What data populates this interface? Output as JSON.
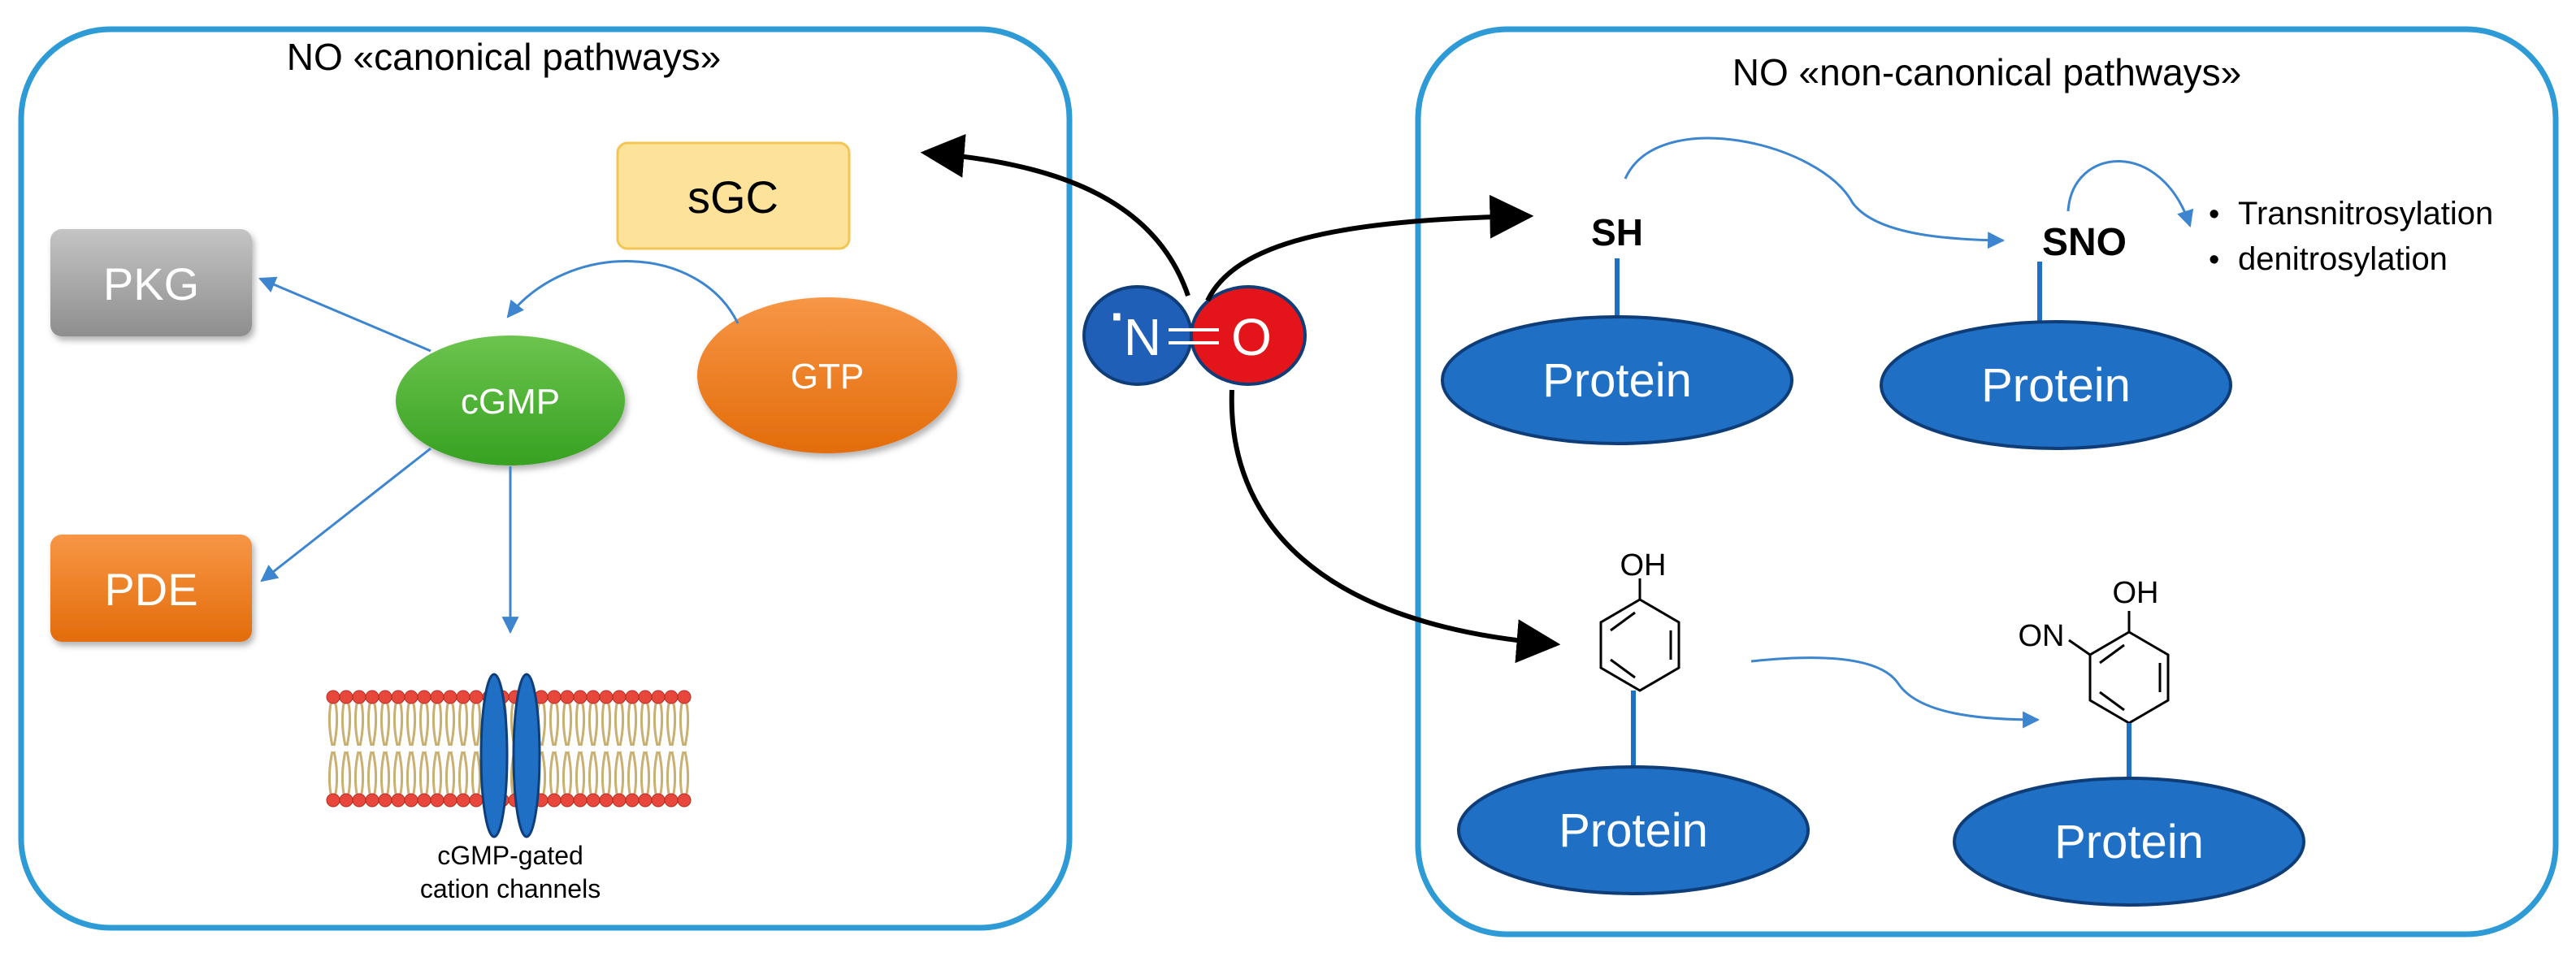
{
  "left_panel": {
    "title": "NO «canonical pathways»",
    "nodes": {
      "sgc": "sGC",
      "pkg": "PKG",
      "cgmp": "cGMP",
      "gtp": "GTP",
      "pde": "PDE"
    },
    "channel_label_line1": "cGMP-gated",
    "channel_label_line2": "cation channels"
  },
  "center": {
    "n_label": "N",
    "o_label": "O",
    "radical_dot": "·"
  },
  "right_panel": {
    "title": "NO «non-canonical pathways»",
    "thiol_label": "SH",
    "sno_label": "SNO",
    "protein_label": "Protein",
    "outcomes": [
      "Transnitrosylation",
      "denitrosylation"
    ],
    "bullet": "•",
    "oh_label": "OH",
    "on_label": "ON"
  },
  "colors": {
    "panel_border": "#2f9bd6",
    "protein_fill": "#1f6fc5",
    "green": "#4cb33a",
    "orange": "#f07a1c",
    "gray": "#a9a9a9",
    "sgc_fill": "#fde39a",
    "nitrogen": "#1f5fb8",
    "oxygen": "#e3151b",
    "arrow_blue": "#3d86cf"
  }
}
